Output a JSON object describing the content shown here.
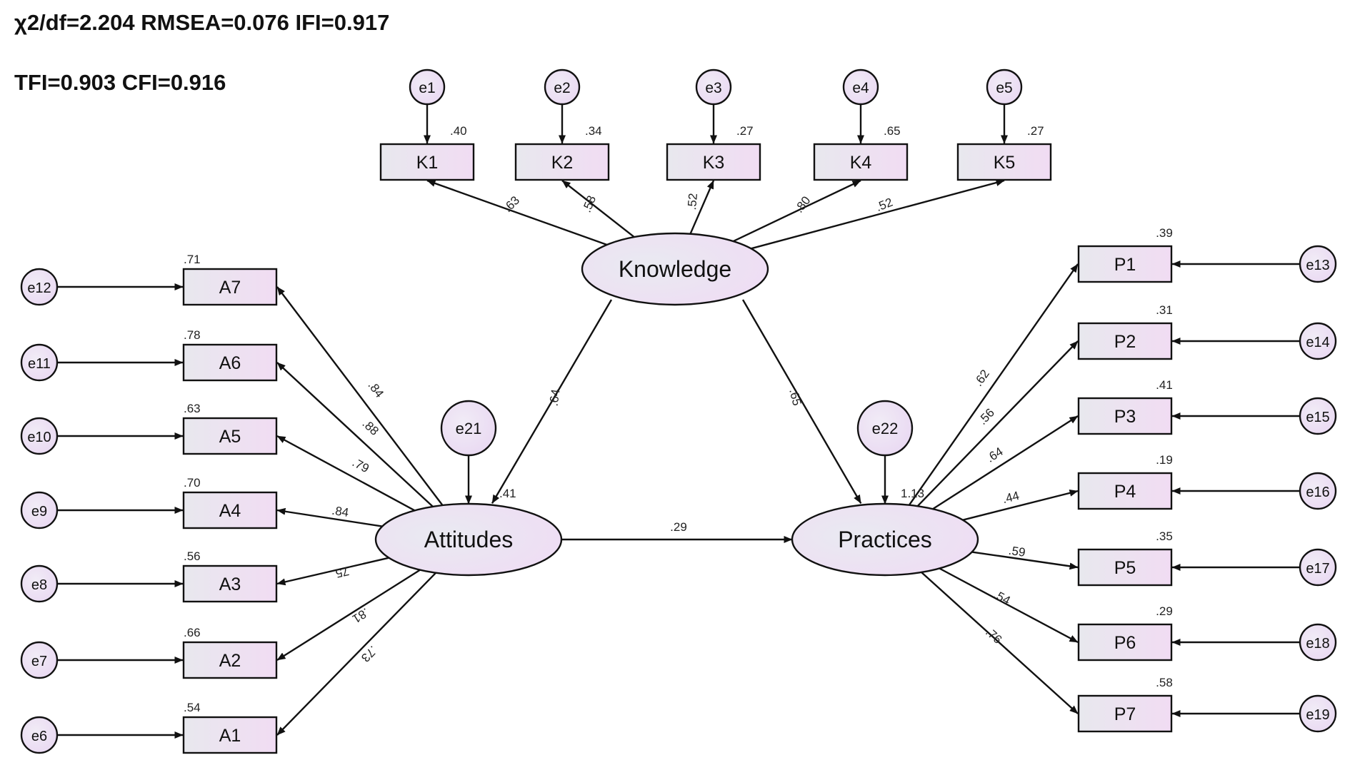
{
  "fit_indices": {
    "line1": "χ2/df=2.204   RMSEA=0.076   IFI=0.917",
    "line2": "TFI=0.903   CFI=0.916"
  },
  "latents": {
    "knowledge": "Knowledge",
    "attitudes": "Attitudes",
    "practices": "Practices"
  },
  "knowledge_items": [
    {
      "label": "K1",
      "error": "e1",
      "r2": ".40",
      "loading": ".63"
    },
    {
      "label": "K2",
      "error": "e2",
      "r2": ".34",
      "loading": ".58"
    },
    {
      "label": "K3",
      "error": "e3",
      "r2": ".27",
      "loading": ".52"
    },
    {
      "label": "K4",
      "error": "e4",
      "r2": ".65",
      "loading": ".80"
    },
    {
      "label": "K5",
      "error": "e5",
      "r2": ".27",
      "loading": ".52"
    }
  ],
  "attitude_items": [
    {
      "label": "A7",
      "error": "e12",
      "r2": ".71",
      "loading": ".84"
    },
    {
      "label": "A6",
      "error": "e11",
      "r2": ".78",
      "loading": ".88"
    },
    {
      "label": "A5",
      "error": "e10",
      "r2": ".63",
      "loading": ".79"
    },
    {
      "label": "A4",
      "error": "e9",
      "r2": ".70",
      "loading": ".84"
    },
    {
      "label": "A3",
      "error": "e8",
      "r2": ".56",
      "loading": ".75"
    },
    {
      "label": "A2",
      "error": "e7",
      "r2": ".66",
      "loading": ".81"
    },
    {
      "label": "A1",
      "error": "e6",
      "r2": ".54",
      "loading": ".73"
    }
  ],
  "practice_items": [
    {
      "label": "P1",
      "error": "e13",
      "r2": ".39",
      "loading": ".62"
    },
    {
      "label": "P2",
      "error": "e14",
      "r2": ".31",
      "loading": ".56"
    },
    {
      "label": "P3",
      "error": "e15",
      "r2": ".41",
      "loading": ".64"
    },
    {
      "label": "P4",
      "error": "e16",
      "r2": ".19",
      "loading": ".44"
    },
    {
      "label": "P5",
      "error": "e17",
      "r2": ".35",
      "loading": ".59"
    },
    {
      "label": "P6",
      "error": "e18",
      "r2": ".29",
      "loading": ".54"
    },
    {
      "label": "P7",
      "error": "e19",
      "r2": ".58",
      "loading": ".76"
    }
  ],
  "structural": {
    "knowledge_to_attitudes": ".64",
    "knowledge_to_practices": ".65",
    "attitudes_to_practices": ".29",
    "attitudes_r2": ".41",
    "practices_r2": "1.13",
    "attitudes_error": "e21",
    "practices_error": "e22"
  },
  "colors": {
    "box_fill": "#ece4f3",
    "latent_fill": "#ece6f4",
    "error_fill": "#eee6f5",
    "stroke": "#111111"
  }
}
